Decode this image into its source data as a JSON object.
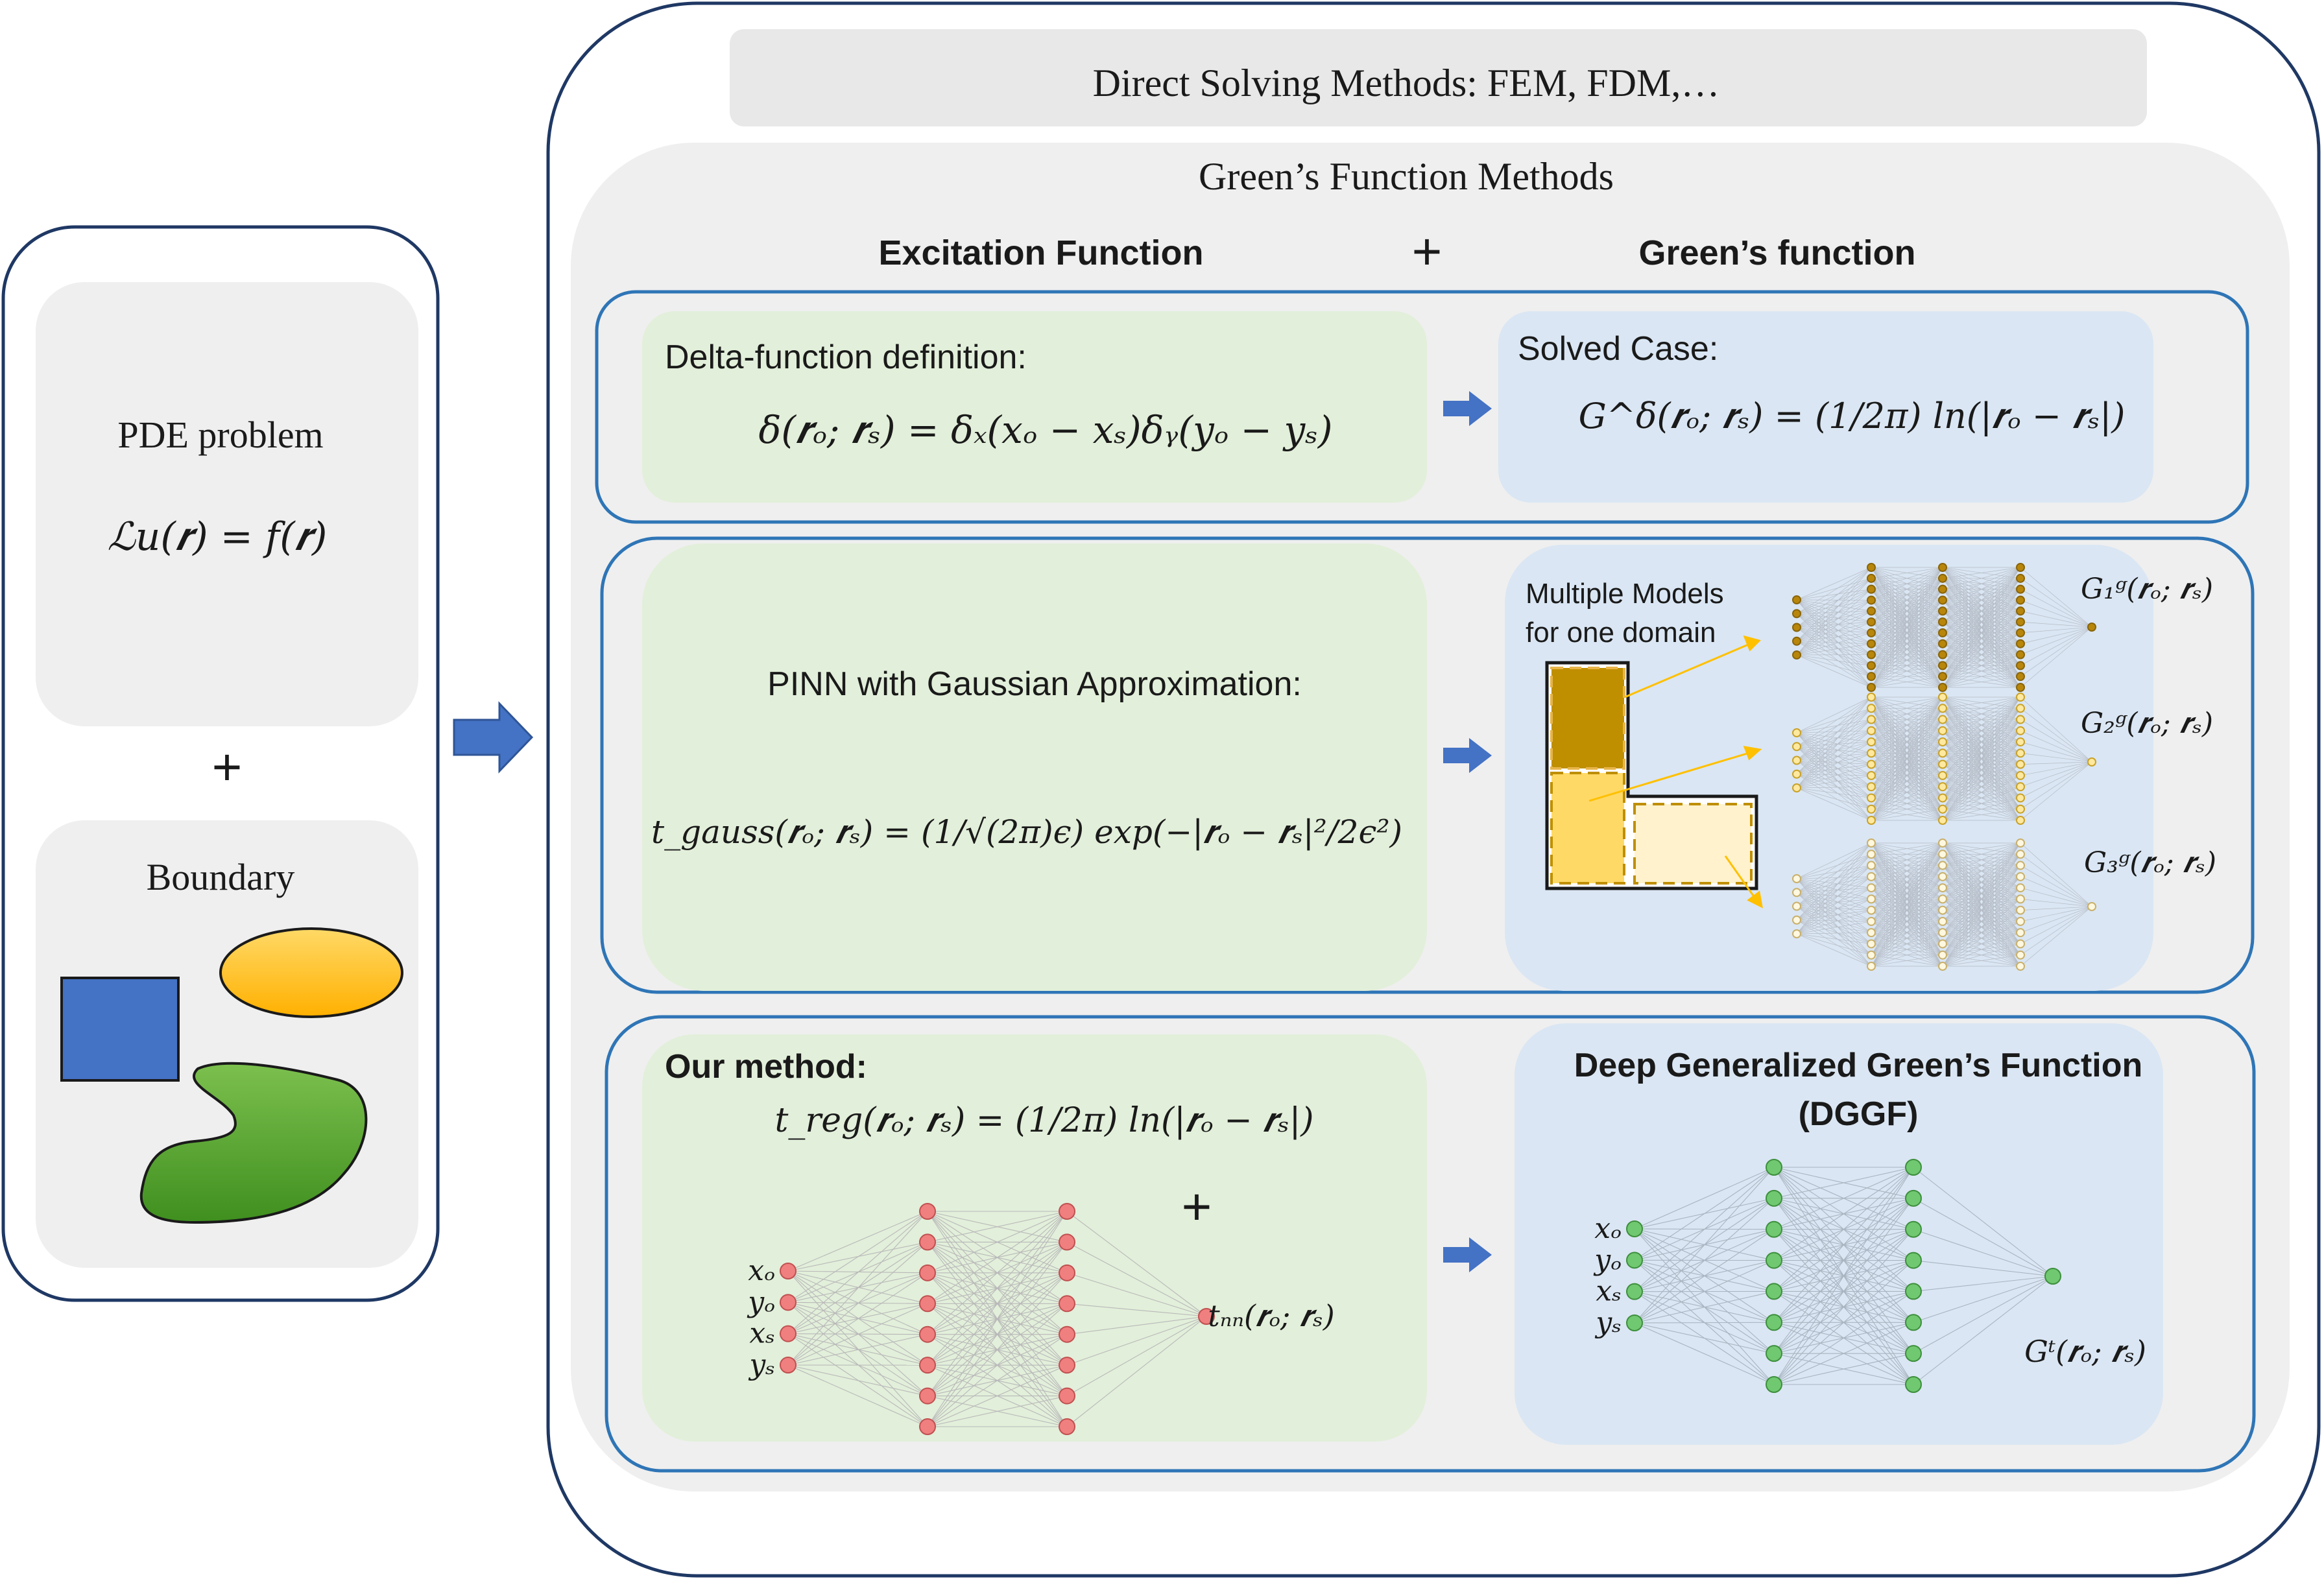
{
  "left_panel": {
    "pde_title": "PDE problem",
    "pde_equation": "ℒu(𝒓) = f(𝒓)",
    "plus": "+",
    "boundary_title": "Boundary",
    "colors": {
      "square": "#4472c4",
      "ellipse": "#ffc000",
      "blob": "#5aa02c"
    }
  },
  "right_panel": {
    "direct_methods": "Direct Solving Methods:  FEM, FDM,…",
    "green_methods": "Green’s Function Methods",
    "excitation_header": "Excitation Function",
    "plus": "+",
    "green_header": "Green’s function",
    "rows": [
      {
        "excitation_title": "Delta-function definition:",
        "excitation_formula": "δ(𝒓ₒ; 𝒓ₛ) = δₓ(xₒ − xₛ)δᵧ(yₒ − yₛ)",
        "green_title": "Solved Case:",
        "green_formula": "G^δ(𝒓ₒ; 𝒓ₛ) = (1/2π) ln(|𝒓ₒ − 𝒓ₛ|)"
      },
      {
        "excitation_title": "PINN with Gaussian Approximation:",
        "excitation_formula": "t_gauss(𝒓ₒ; 𝒓ₛ) = (1/√(2π)ϵ) exp(−|𝒓ₒ − 𝒓ₛ|²/2ϵ²)",
        "green_note_line1": "Multiple Models",
        "green_note_line2": "for one domain",
        "model_labels": [
          "G₁ᵍ(𝒓ₒ; 𝒓ₛ)",
          "G₂ᵍ(𝒓ₒ; 𝒓ₛ)",
          "G₃ᵍ(𝒓ₒ; 𝒓ₛ)"
        ]
      },
      {
        "excitation_title": "Our method:",
        "excitation_formula": "t_reg(𝒓ₒ; 𝒓ₛ) = (1/2π) ln(|𝒓ₒ − 𝒓ₛ|)",
        "plus": "+",
        "inputs": [
          "xₒ",
          "yₒ",
          "xₛ",
          "yₛ"
        ],
        "nn_output": "tₙₙ(𝒓ₒ; 𝒓ₛ)",
        "green_title_line1": "Deep Generalized Green’s Function",
        "green_title_line2": "(DGGF)",
        "dggf_inputs": [
          "xₒ",
          "yₒ",
          "xₛ",
          "yₛ"
        ],
        "dggf_output": "Gᵗ(𝒓ₒ; 𝒓ₛ)"
      }
    ]
  },
  "colors": {
    "frame": "#1f3864",
    "panel_grey": "#efefef",
    "excitation_green": "#e2efda",
    "green_blue": "#dae6f3",
    "row_border": "#2e75b6",
    "arrow": "#4472c4",
    "nn_red": "#f08080",
    "nn_green": "#70c870",
    "nn_gold": "#b8860b"
  }
}
